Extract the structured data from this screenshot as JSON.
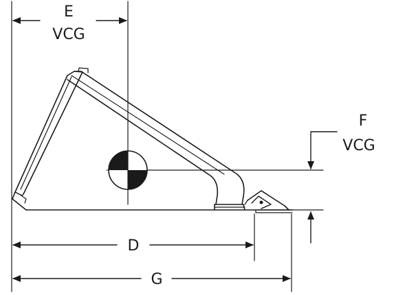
{
  "labels": {
    "e": "E",
    "e_vcg": "VCG",
    "f": "F",
    "f_vcg": "VCG",
    "d": "D",
    "g": "G"
  },
  "icons": {
    "vcg_marker": "center-of-gravity-icon"
  },
  "colors": {
    "line": "#1a1a1a",
    "background": "#ffffff"
  }
}
